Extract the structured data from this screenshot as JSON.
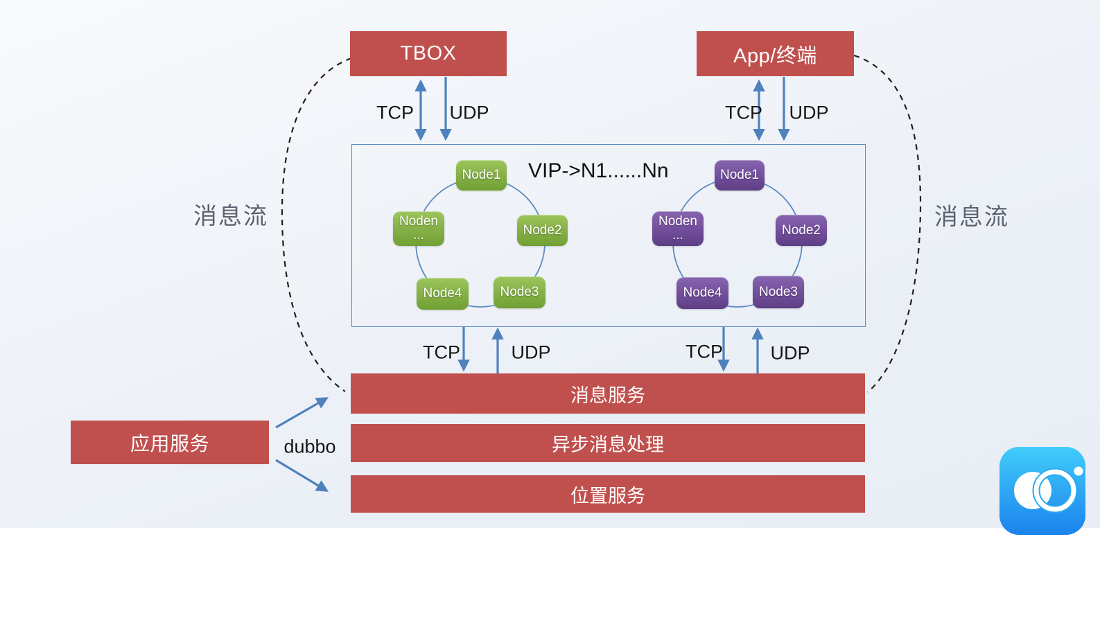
{
  "labels": {
    "tbox": "TBOX",
    "app_terminal": "App/终端",
    "flow_left": "消息流",
    "flow_right": "消息流",
    "vip_mapping": "VIP->N1......Nn",
    "tcp": "TCP",
    "udp": "UDP",
    "dubbo": "dubbo"
  },
  "services": {
    "message": "消息服务",
    "async": "异步消息处理",
    "location": "位置服务",
    "application": "应用服务"
  },
  "green_cluster": {
    "node1": "Node1",
    "node2": "Node2",
    "node3": "Node3",
    "node4": "Node4",
    "noden": "Noden",
    "noden_more": "..."
  },
  "purple_cluster": {
    "node1": "Node1",
    "node2": "Node2",
    "node3": "Node3",
    "node4": "Node4",
    "noden": "Noden",
    "noden_more": "..."
  },
  "icons": {
    "app_logo": "overlapping-circles-app-icon"
  },
  "colors": {
    "box_red": "#c0504d",
    "arrow_blue": "#4f81bd",
    "ring_blue": "#5b8ac2",
    "node_green": "#86b148",
    "node_purple": "#744f9e",
    "dashed_black": "#202020",
    "icon_blue_top": "#41cdfb",
    "icon_blue_bottom": "#1b82ec"
  }
}
